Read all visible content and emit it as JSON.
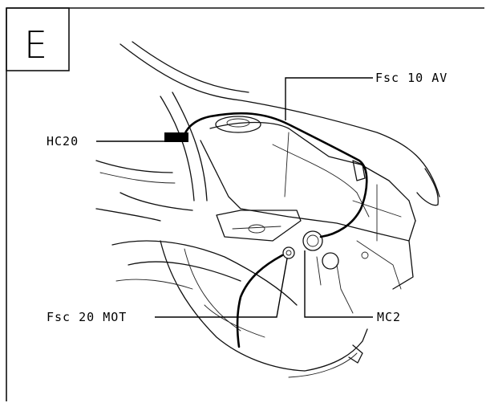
{
  "panel": {
    "letter": "E"
  },
  "labels": {
    "fsc10av": "Fsc 10 AV",
    "hc20": "HC20",
    "fsc20mot": "Fsc 20 MOT",
    "mc2": "MC2"
  }
}
